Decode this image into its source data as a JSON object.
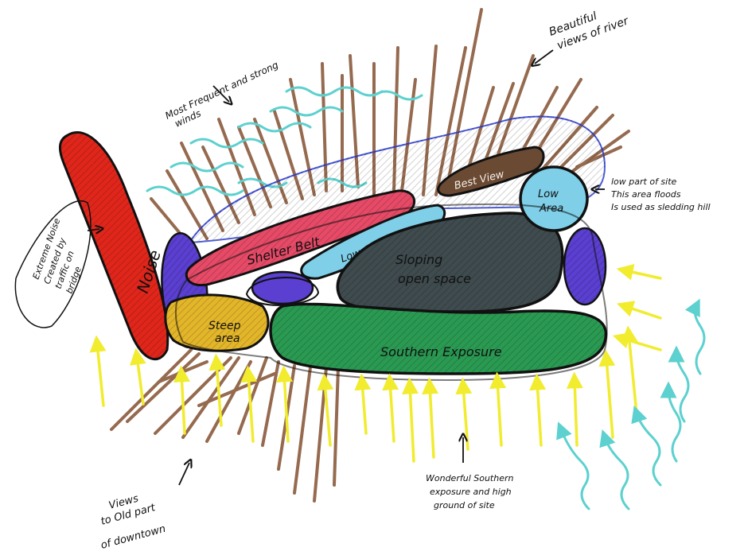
{
  "zones": {
    "noise": "Noise",
    "shelter_belt": "Shelter Belt",
    "low_area_mid": "Low Area",
    "sloping_open_space_line1": "Sloping",
    "sloping_open_space_line2": "open space",
    "best_view": "Best View",
    "low_area_right_line1": "Low",
    "low_area_right_line2": "Area",
    "steep_area_line1": "Steep",
    "steep_area_line2": "area",
    "southern_exposure": "Southern Exposure"
  },
  "annotations": {
    "winds_line1": "Most Frequent and strong",
    "winds_line2": "winds",
    "river_line1": "Beautiful",
    "river_line2": "views of river",
    "extreme_noise_line1": "Extreme Noise",
    "extreme_noise_line2": "Created by",
    "extreme_noise_line3": "traffic on",
    "extreme_noise_line4": "bridge",
    "low_part_line1": "low part of site",
    "low_part_line2": "This area floods",
    "low_part_line3": "Is used as sledding hill",
    "downtown_line1": "Views",
    "downtown_line2": "to Old part",
    "downtown_line3": "of downtown",
    "southern_line1": "Wonderful Southern",
    "southern_line2": "exposure and high",
    "southern_line3": "ground of site"
  },
  "colors": {
    "noise": "#e0261b",
    "shelter_belt": "#e64a67",
    "low_area_blue": "#7fcfe8",
    "sloping": "#3f4b4e",
    "best_view": "#6b4a34",
    "violet": "#5a3fd0",
    "steep": "#e3b62a",
    "southern": "#2a9a52",
    "sun_arrow": "#f1ec2e",
    "wind_line": "#8a5a3c",
    "breeze": "#5cd1cf",
    "river_outline": "#2436c4",
    "ink": "#111111"
  }
}
